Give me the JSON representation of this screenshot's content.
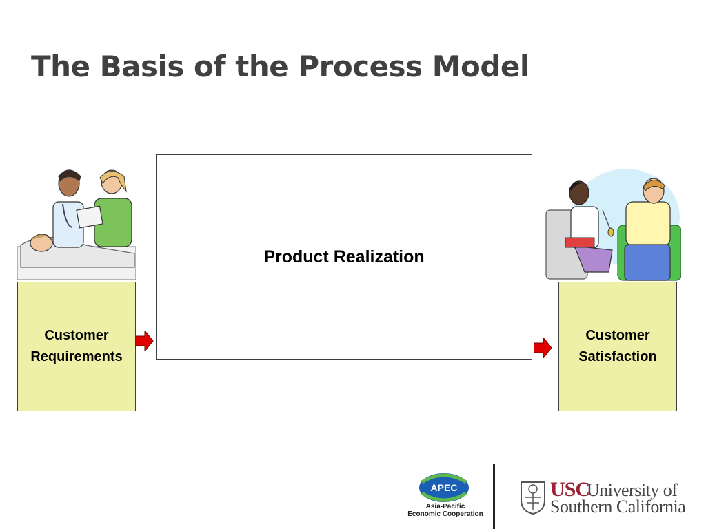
{
  "slide": {
    "title": "The Basis of the Process Model"
  },
  "diagram": {
    "input_label": "Customer\nRequirements",
    "process_label": "Product Realization",
    "output_label": "Customer\nSatisfaction"
  },
  "colors": {
    "side_box_fill": "#eef0a8",
    "arrow_fill": "#e00000",
    "title_text": "#404040",
    "usc_cardinal": "#9d2235",
    "apec_blue": "#1a5fb4"
  },
  "logos": {
    "apec": {
      "mark": "APEC",
      "caption_line1": "Asia-Pacific",
      "caption_line2": "Economic Cooperation"
    },
    "usc": {
      "mark": "USC",
      "line1": "University of",
      "line2": "Southern California"
    }
  },
  "illustrations": {
    "left": "medical-staff-with-patient-clipart",
    "right": "doctor-and-patient-consultation-clipart"
  }
}
